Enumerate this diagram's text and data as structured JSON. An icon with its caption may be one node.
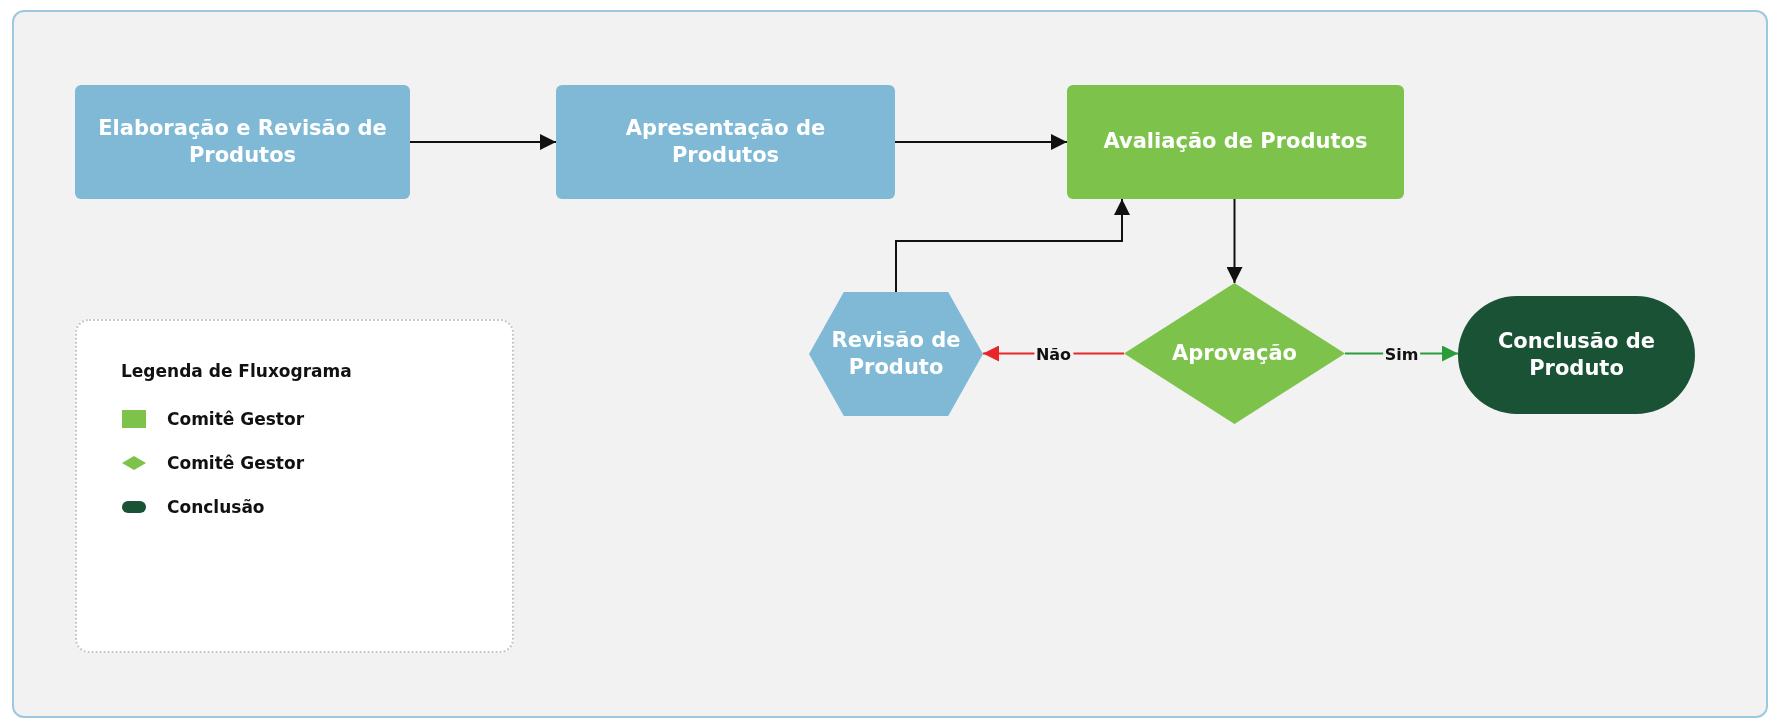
{
  "diagram": {
    "nodes": [
      {
        "text": [
          "Elaboração e Revisão de Produtos"
        ]
      },
      {
        "text": [
          "Apresentação de Produtos"
        ]
      },
      {
        "text": [
          "Avaliação de Produtos"
        ]
      },
      {
        "text": [
          "Aprovação"
        ]
      },
      {
        "text": [
          "Revisão de Produto"
        ]
      },
      {
        "text": [
          "Conclusão de Produto"
        ]
      }
    ],
    "edges": [
      {
        "from": 0,
        "to": 1,
        "arrow": "to"
      },
      {
        "from": 1,
        "to": 2,
        "arrow": "to"
      },
      {
        "from": 2,
        "to": 3,
        "arrow": "to"
      },
      {
        "from": 3,
        "to": 4,
        "arrow": "to",
        "label": "Não",
        "color": "#e8262a"
      },
      {
        "from": 3,
        "to": 5,
        "arrow": "to",
        "label": "Sim",
        "color": "#2a9d3a"
      },
      {
        "from": 4,
        "to": 2,
        "arrow": "to"
      }
    ],
    "labels": [
      "Legenda de Fluxograma"
    ],
    "legend": [
      {
        "text": "Comitê Gestor",
        "color": "#7dc24b"
      },
      {
        "text": "Comitê Gestor"
      },
      {
        "text": "Conclusão"
      }
    ]
  }
}
